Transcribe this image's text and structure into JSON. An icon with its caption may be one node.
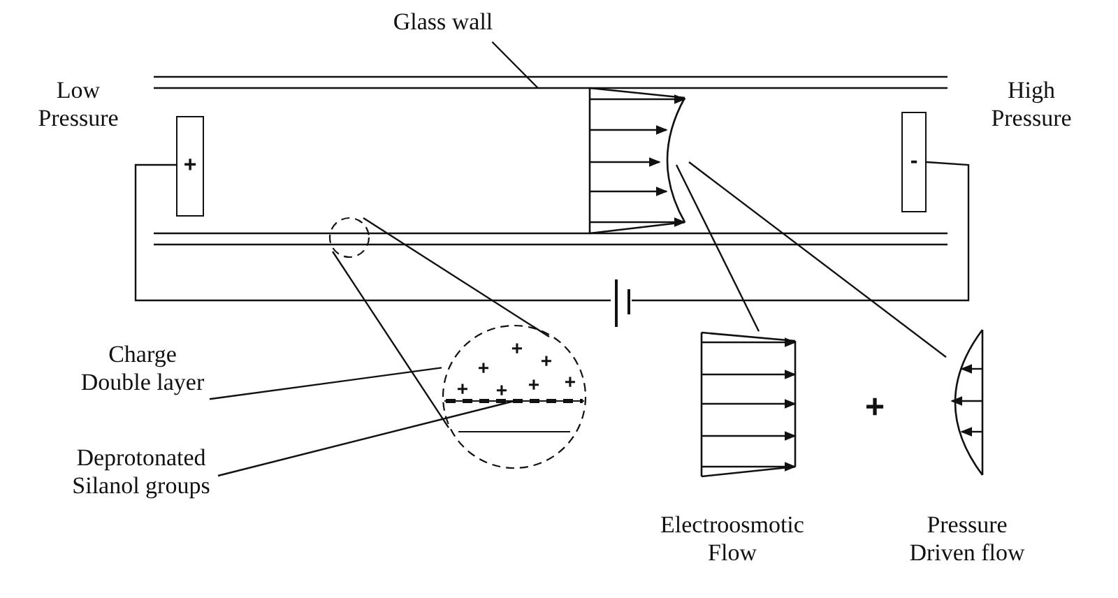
{
  "diagram": {
    "nodes": [
      {
        "text": [
          "Glass wall"
        ]
      },
      {
        "text": [
          "Low Pressure"
        ]
      },
      {
        "text": [
          "High Pressure"
        ]
      },
      {
        "text": [],
        "shape": "bar"
      },
      {
        "text": [
          "+"
        ]
      },
      {
        "text": [
          "-"
        ]
      },
      {
        "text": [],
        "shape": "picture"
      },
      {
        "text": [],
        "shape": "circle"
      },
      {
        "text": [],
        "shape": "battery"
      },
      {
        "text": [
          "Charge Double layer"
        ]
      },
      {
        "text": [],
        "shape": "circle"
      },
      {
        "text": [
          "Deprotonated Silanol groups"
        ]
      },
      {
        "text": [],
        "shape": "picture",
        "beside": [
          "Electroosmotic Flow"
        ]
      },
      {
        "text": [],
        "shape": "picture",
        "beside": [
          "Pressure Driven flow"
        ]
      }
    ],
    "edges": [
      {
        "from": 0,
        "to": 3,
        "arrow": "none"
      },
      {
        "from": 4,
        "to": 8,
        "arrow": "none"
      },
      {
        "from": 8,
        "to": 5,
        "arrow": "none"
      },
      {
        "from": 7,
        "to": 10,
        "arrow": "none"
      },
      {
        "from": 7,
        "to": 10,
        "arrow": "none"
      },
      {
        "from": 6,
        "to": 12,
        "arrow": "none"
      },
      {
        "from": 6,
        "to": 13,
        "arrow": "none"
      },
      {
        "from": 9,
        "to": 10,
        "arrow": "none"
      },
      {
        "from": 11,
        "to": 10,
        "arrow": "none"
      }
    ],
    "labels": [
      "+",
      "+",
      "+",
      "+",
      "+",
      "+",
      "+",
      "+"
    ]
  }
}
